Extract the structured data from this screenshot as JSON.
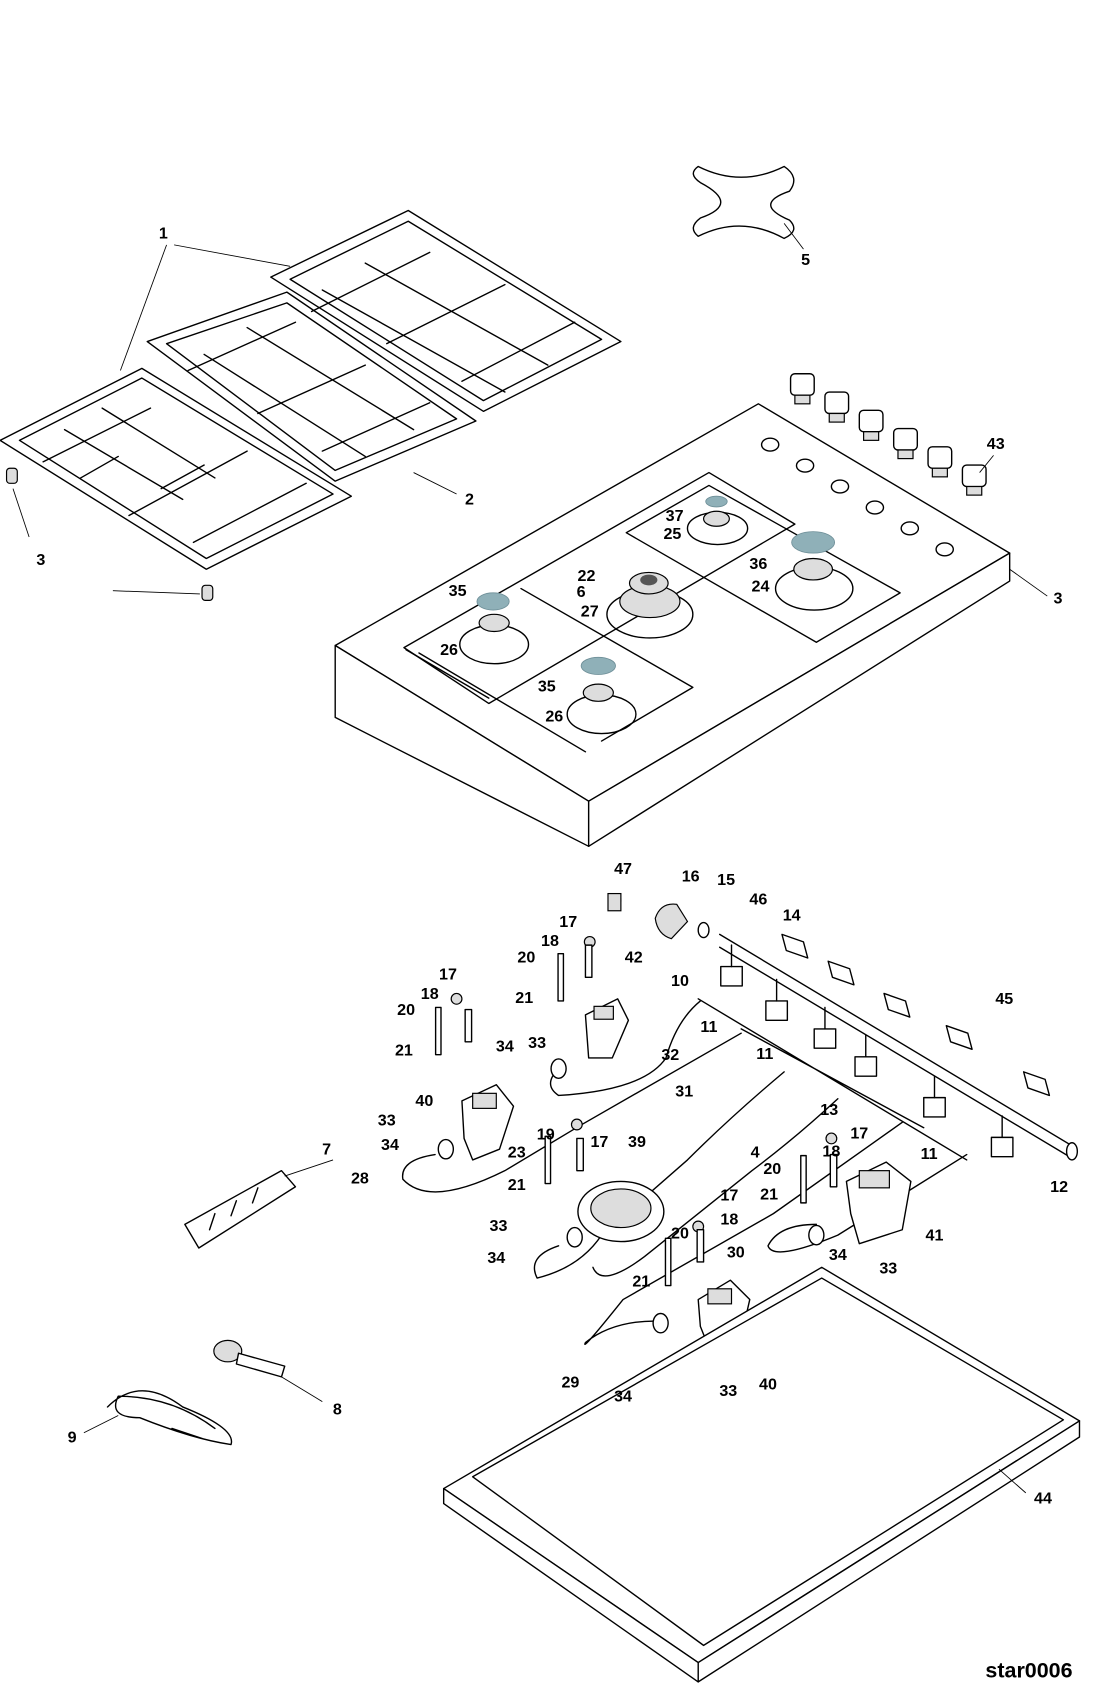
{
  "diagram": {
    "drawing_code": "star0006",
    "accent_colors": {
      "burner_cap": "#8fb0b8",
      "line": "#000000"
    },
    "callouts": [
      "1",
      "2",
      "3",
      "3",
      "5",
      "43",
      "37",
      "25",
      "36",
      "24",
      "22",
      "6",
      "27",
      "35",
      "26",
      "35",
      "26",
      "47",
      "16",
      "15",
      "46",
      "14",
      "17",
      "18",
      "20",
      "42",
      "10",
      "21",
      "17",
      "18",
      "20",
      "21",
      "11",
      "34",
      "33",
      "32",
      "11",
      "45",
      "31",
      "13",
      "40",
      "33",
      "34",
      "19",
      "17",
      "39",
      "23",
      "4",
      "17",
      "11",
      "7",
      "28",
      "18",
      "20",
      "12",
      "21",
      "21",
      "17",
      "18",
      "33",
      "41",
      "34",
      "20",
      "30",
      "34",
      "33",
      "21",
      "29",
      "34",
      "33",
      "40",
      "8",
      "9",
      "44"
    ]
  }
}
